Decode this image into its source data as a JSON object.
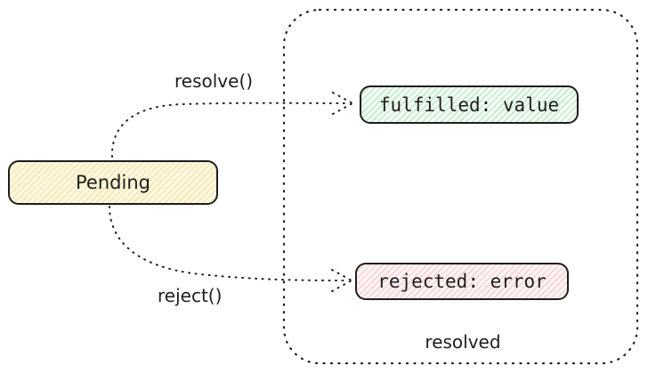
{
  "nodes": {
    "pending": {
      "label": "Pending"
    },
    "fulfilled": {
      "label": "fulfilled: value"
    },
    "rejected": {
      "label": "rejected: error"
    },
    "resolved_group": {
      "label": "resolved"
    }
  },
  "arrows": {
    "resolve": {
      "label": "resolve()"
    },
    "reject": {
      "label": "reject()"
    }
  },
  "colors": {
    "stroke": "#1e1e1e",
    "canvas_bg": "#ffffff",
    "pending_hatch": "#f6e7ae",
    "pending_bg": "#fdf8e3",
    "fulfilled_hatch": "#c3ecca",
    "fulfilled_bg": "#f4fbf6",
    "rejected_hatch": "#f9d2d2",
    "rejected_bg": "#fdf5f5"
  }
}
